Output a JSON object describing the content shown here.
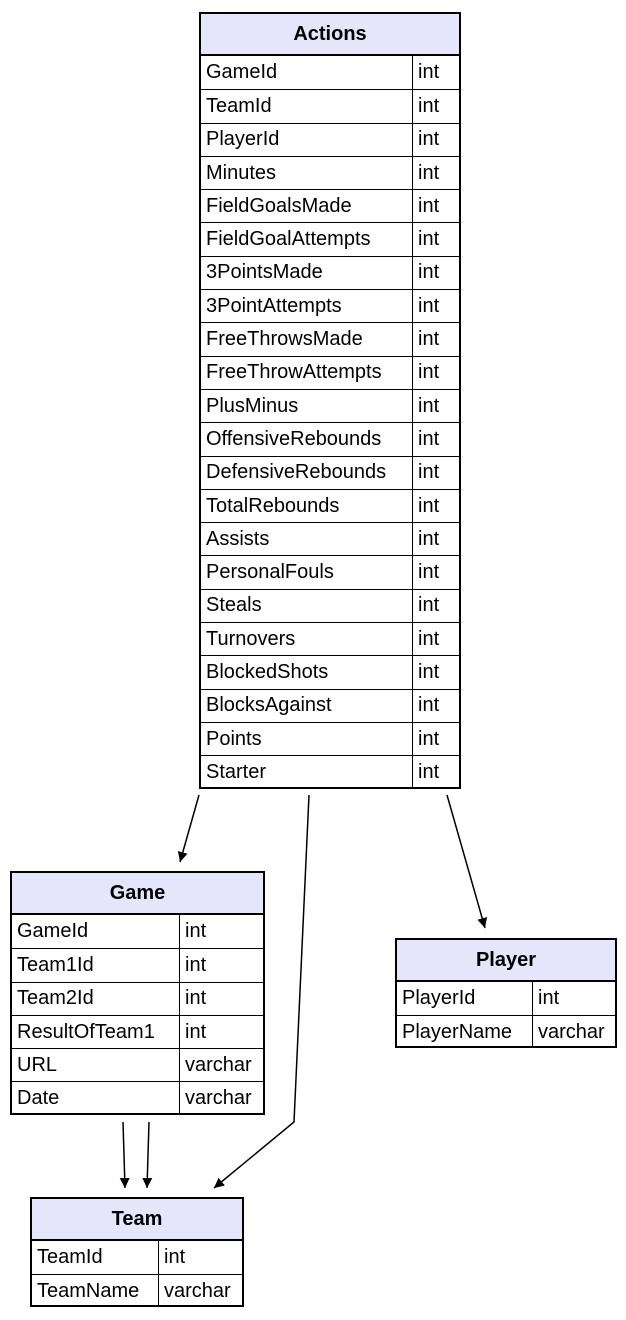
{
  "entities": {
    "actions": {
      "title": "Actions",
      "fields": [
        {
          "name": "GameId",
          "type": "int"
        },
        {
          "name": "TeamId",
          "type": "int"
        },
        {
          "name": "PlayerId",
          "type": "int"
        },
        {
          "name": "Minutes",
          "type": "int"
        },
        {
          "name": "FieldGoalsMade",
          "type": "int"
        },
        {
          "name": "FieldGoalAttempts",
          "type": "int"
        },
        {
          "name": "3PointsMade",
          "type": "int"
        },
        {
          "name": "3PointAttempts",
          "type": "int"
        },
        {
          "name": "FreeThrowsMade",
          "type": "int"
        },
        {
          "name": "FreeThrowAttempts",
          "type": "int"
        },
        {
          "name": "PlusMinus",
          "type": "int"
        },
        {
          "name": "OffensiveRebounds",
          "type": "int"
        },
        {
          "name": "DefensiveRebounds",
          "type": "int"
        },
        {
          "name": "TotalRebounds",
          "type": "int"
        },
        {
          "name": "Assists",
          "type": "int"
        },
        {
          "name": "PersonalFouls",
          "type": "int"
        },
        {
          "name": "Steals",
          "type": "int"
        },
        {
          "name": "Turnovers",
          "type": "int"
        },
        {
          "name": "BlockedShots",
          "type": "int"
        },
        {
          "name": "BlocksAgainst",
          "type": "int"
        },
        {
          "name": "Points",
          "type": "int"
        },
        {
          "name": "Starter",
          "type": "int"
        }
      ]
    },
    "game": {
      "title": "Game",
      "fields": [
        {
          "name": "GameId",
          "type": "int"
        },
        {
          "name": "Team1Id",
          "type": "int"
        },
        {
          "name": "Team2Id",
          "type": "int"
        },
        {
          "name": "ResultOfTeam1",
          "type": "int"
        },
        {
          "name": "URL",
          "type": "varchar"
        },
        {
          "name": "Date",
          "type": "varchar"
        }
      ]
    },
    "player": {
      "title": "Player",
      "fields": [
        {
          "name": "PlayerId",
          "type": "int"
        },
        {
          "name": "PlayerName",
          "type": "varchar"
        }
      ]
    },
    "team": {
      "title": "Team",
      "fields": [
        {
          "name": "TeamId",
          "type": "int"
        },
        {
          "name": "TeamName",
          "type": "varchar"
        }
      ]
    }
  },
  "relationships": [
    {
      "from": "actions",
      "to": "game"
    },
    {
      "from": "actions",
      "to": "team"
    },
    {
      "from": "actions",
      "to": "player"
    },
    {
      "from": "game",
      "to": "team"
    },
    {
      "from": "game",
      "to": "team"
    }
  ],
  "colors": {
    "header_fill": "#e6e6fa",
    "border": "#000000"
  }
}
